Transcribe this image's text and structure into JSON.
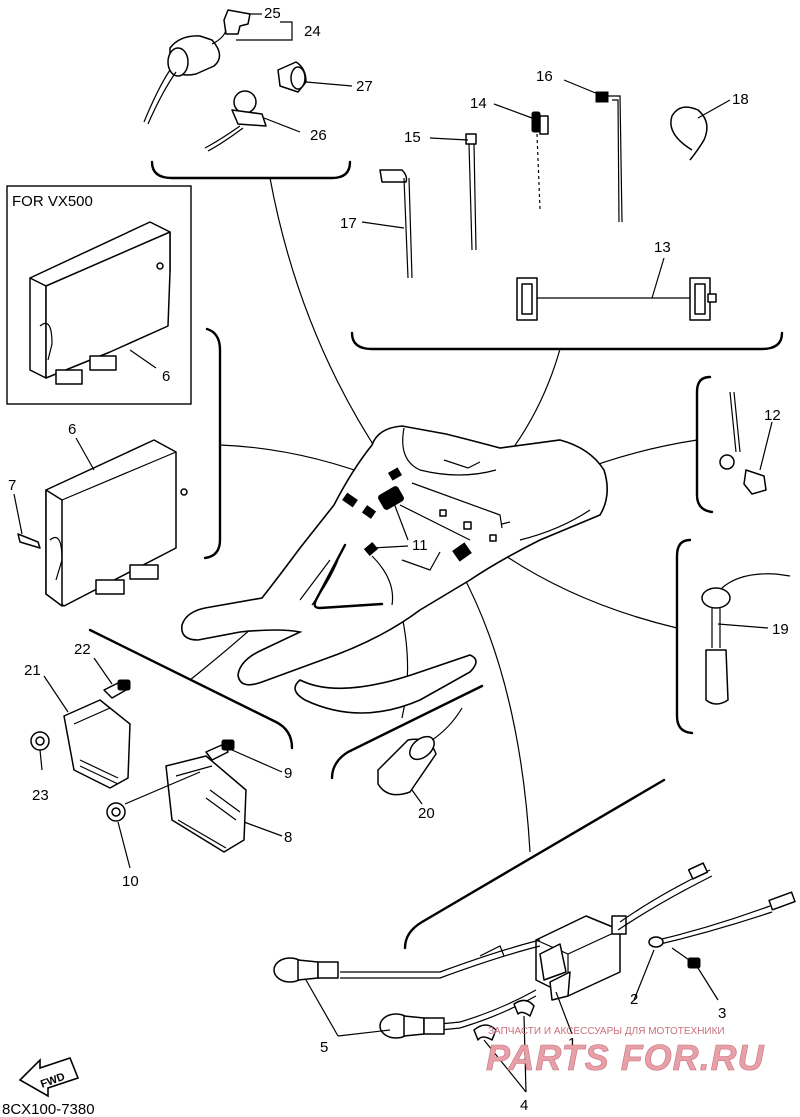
{
  "diagram": {
    "inset_title": "FOR VX500",
    "code": "8CX100-7380",
    "fwd_label": "FWD",
    "watermark_top": "ЗАПЧАСТИ И АКСЕССУАРЫ ДЛЯ МОТОТЕХНИКИ",
    "watermark_logo": "PARTS FOR.RU",
    "watermark_color": "#e8a0a8"
  },
  "callouts": {
    "c1": "1",
    "c2": "2",
    "c3": "3",
    "c4": "4",
    "c5": "5",
    "c6a": "6",
    "c6b": "6",
    "c7": "7",
    "c8": "8",
    "c9": "9",
    "c10": "10",
    "c11": "11",
    "c12": "12",
    "c13": "13",
    "c14": "14",
    "c15": "15",
    "c16": "16",
    "c17": "17",
    "c18": "18",
    "c19": "19",
    "c20": "20",
    "c21": "21",
    "c22": "22",
    "c23": "23",
    "c24": "24",
    "c25": "25",
    "c26": "26",
    "c27": "27"
  }
}
